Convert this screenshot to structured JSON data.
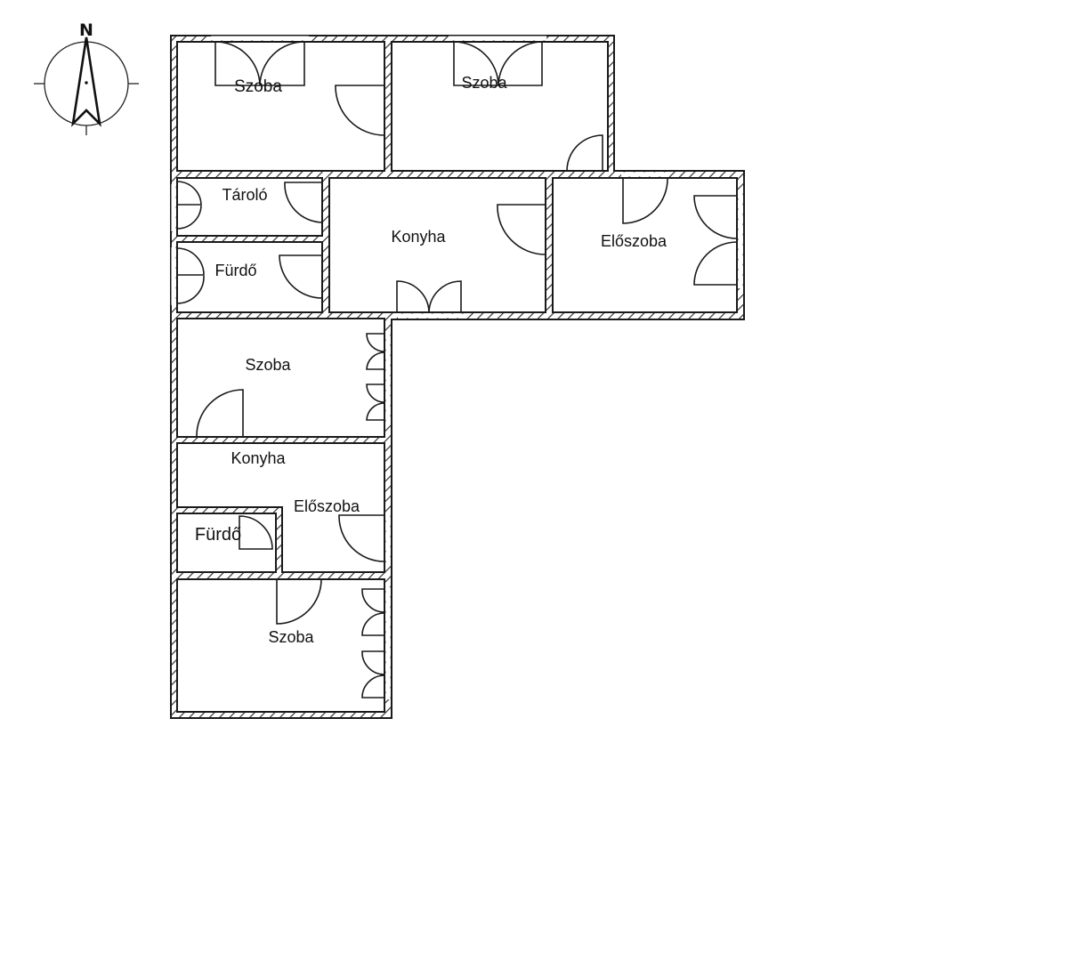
{
  "compass": {
    "label": "N"
  },
  "rooms": [
    {
      "id": "szoba-1",
      "label": "Szoba"
    },
    {
      "id": "szoba-2",
      "label": "Szoba"
    },
    {
      "id": "tarolo",
      "label": "Tároló"
    },
    {
      "id": "furdo-1",
      "label": "Fürdő"
    },
    {
      "id": "konyha-1",
      "label": "Konyha"
    },
    {
      "id": "eloszoba-1",
      "label": "Előszoba"
    },
    {
      "id": "szoba-3",
      "label": "Szoba"
    },
    {
      "id": "konyha-2",
      "label": "Konyha"
    },
    {
      "id": "eloszoba-2",
      "label": "Előszoba"
    },
    {
      "id": "furdo-2",
      "label": "Fürdő"
    },
    {
      "id": "szoba-4",
      "label": "Szoba"
    }
  ],
  "colors": {
    "wall_line": "#1a1a1a",
    "hatch": "#333333",
    "background": "#ffffff"
  }
}
